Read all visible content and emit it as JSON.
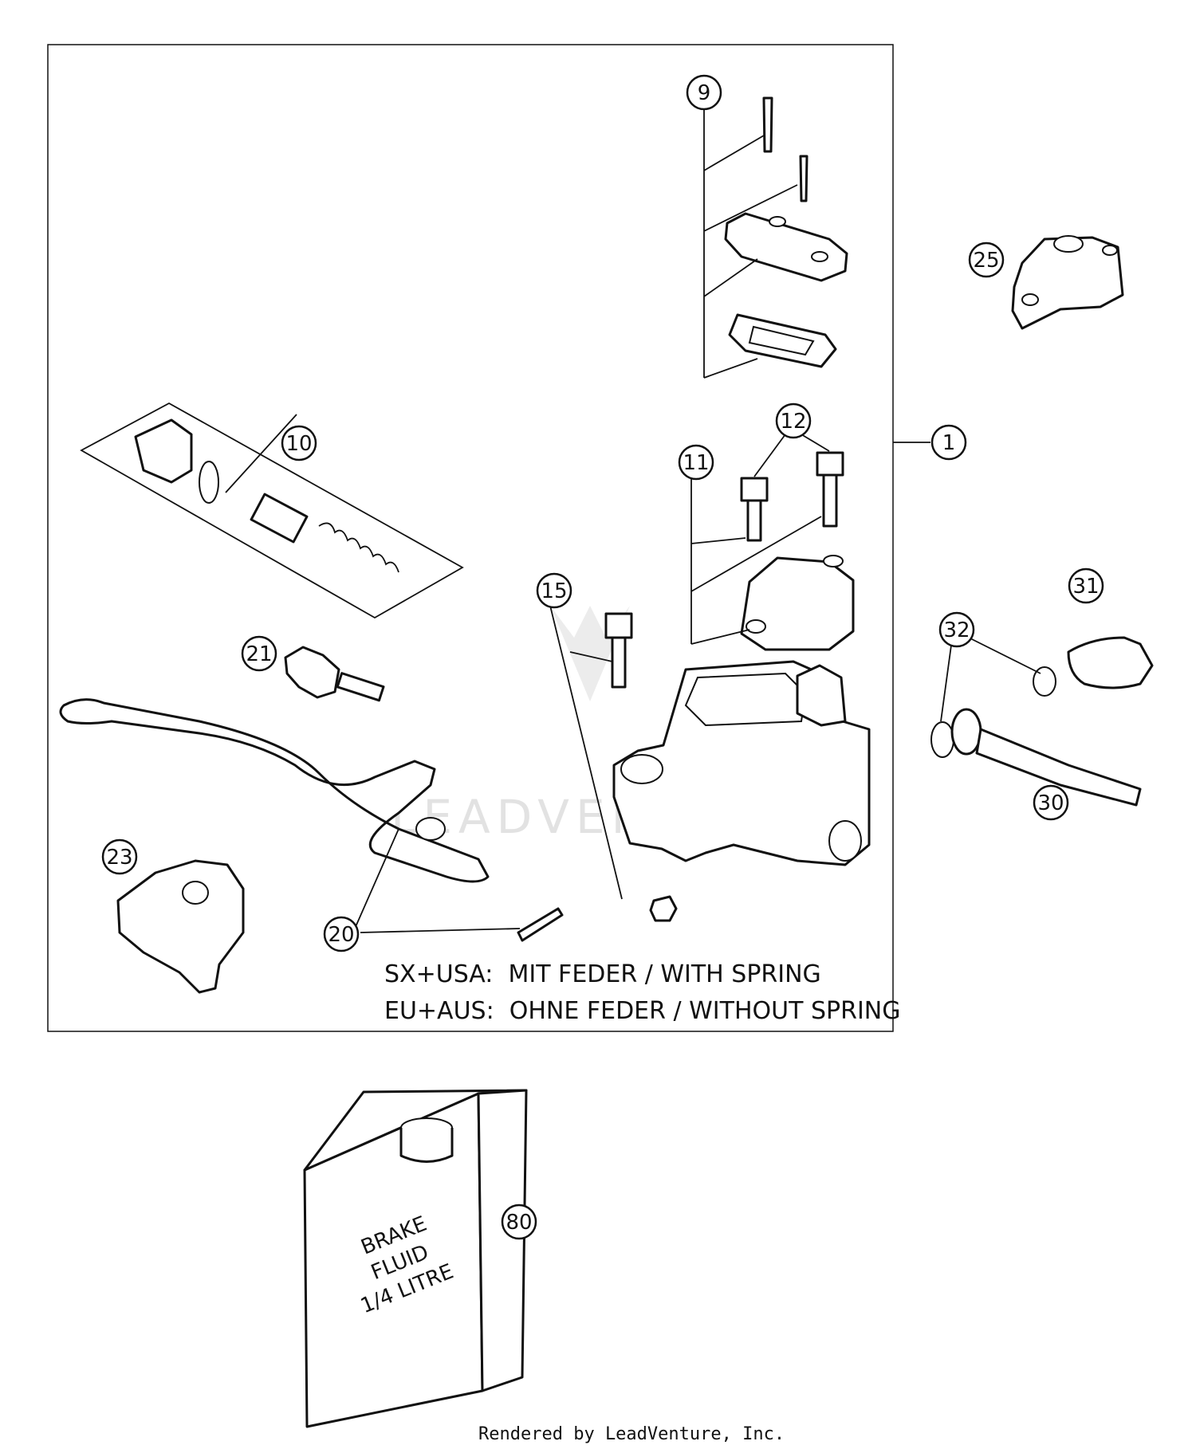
{
  "diagram": {
    "callouts": [
      "1",
      "9",
      "10",
      "11",
      "12",
      "15",
      "20",
      "21",
      "23",
      "25",
      "30",
      "31",
      "32",
      "80"
    ],
    "note": {
      "line1": "SX+USA:  MIT FEDER / WITH SPRING",
      "line2": "EU+AUS:  OHNE FEDER / WITHOUT SPRING"
    },
    "fluid_label": {
      "line1": "BRAKE",
      "line2": "FLUID",
      "line3": "1/4 LITRE"
    },
    "watermark": "LEADVENTURE",
    "footer": "Rendered by LeadVenture, Inc."
  }
}
